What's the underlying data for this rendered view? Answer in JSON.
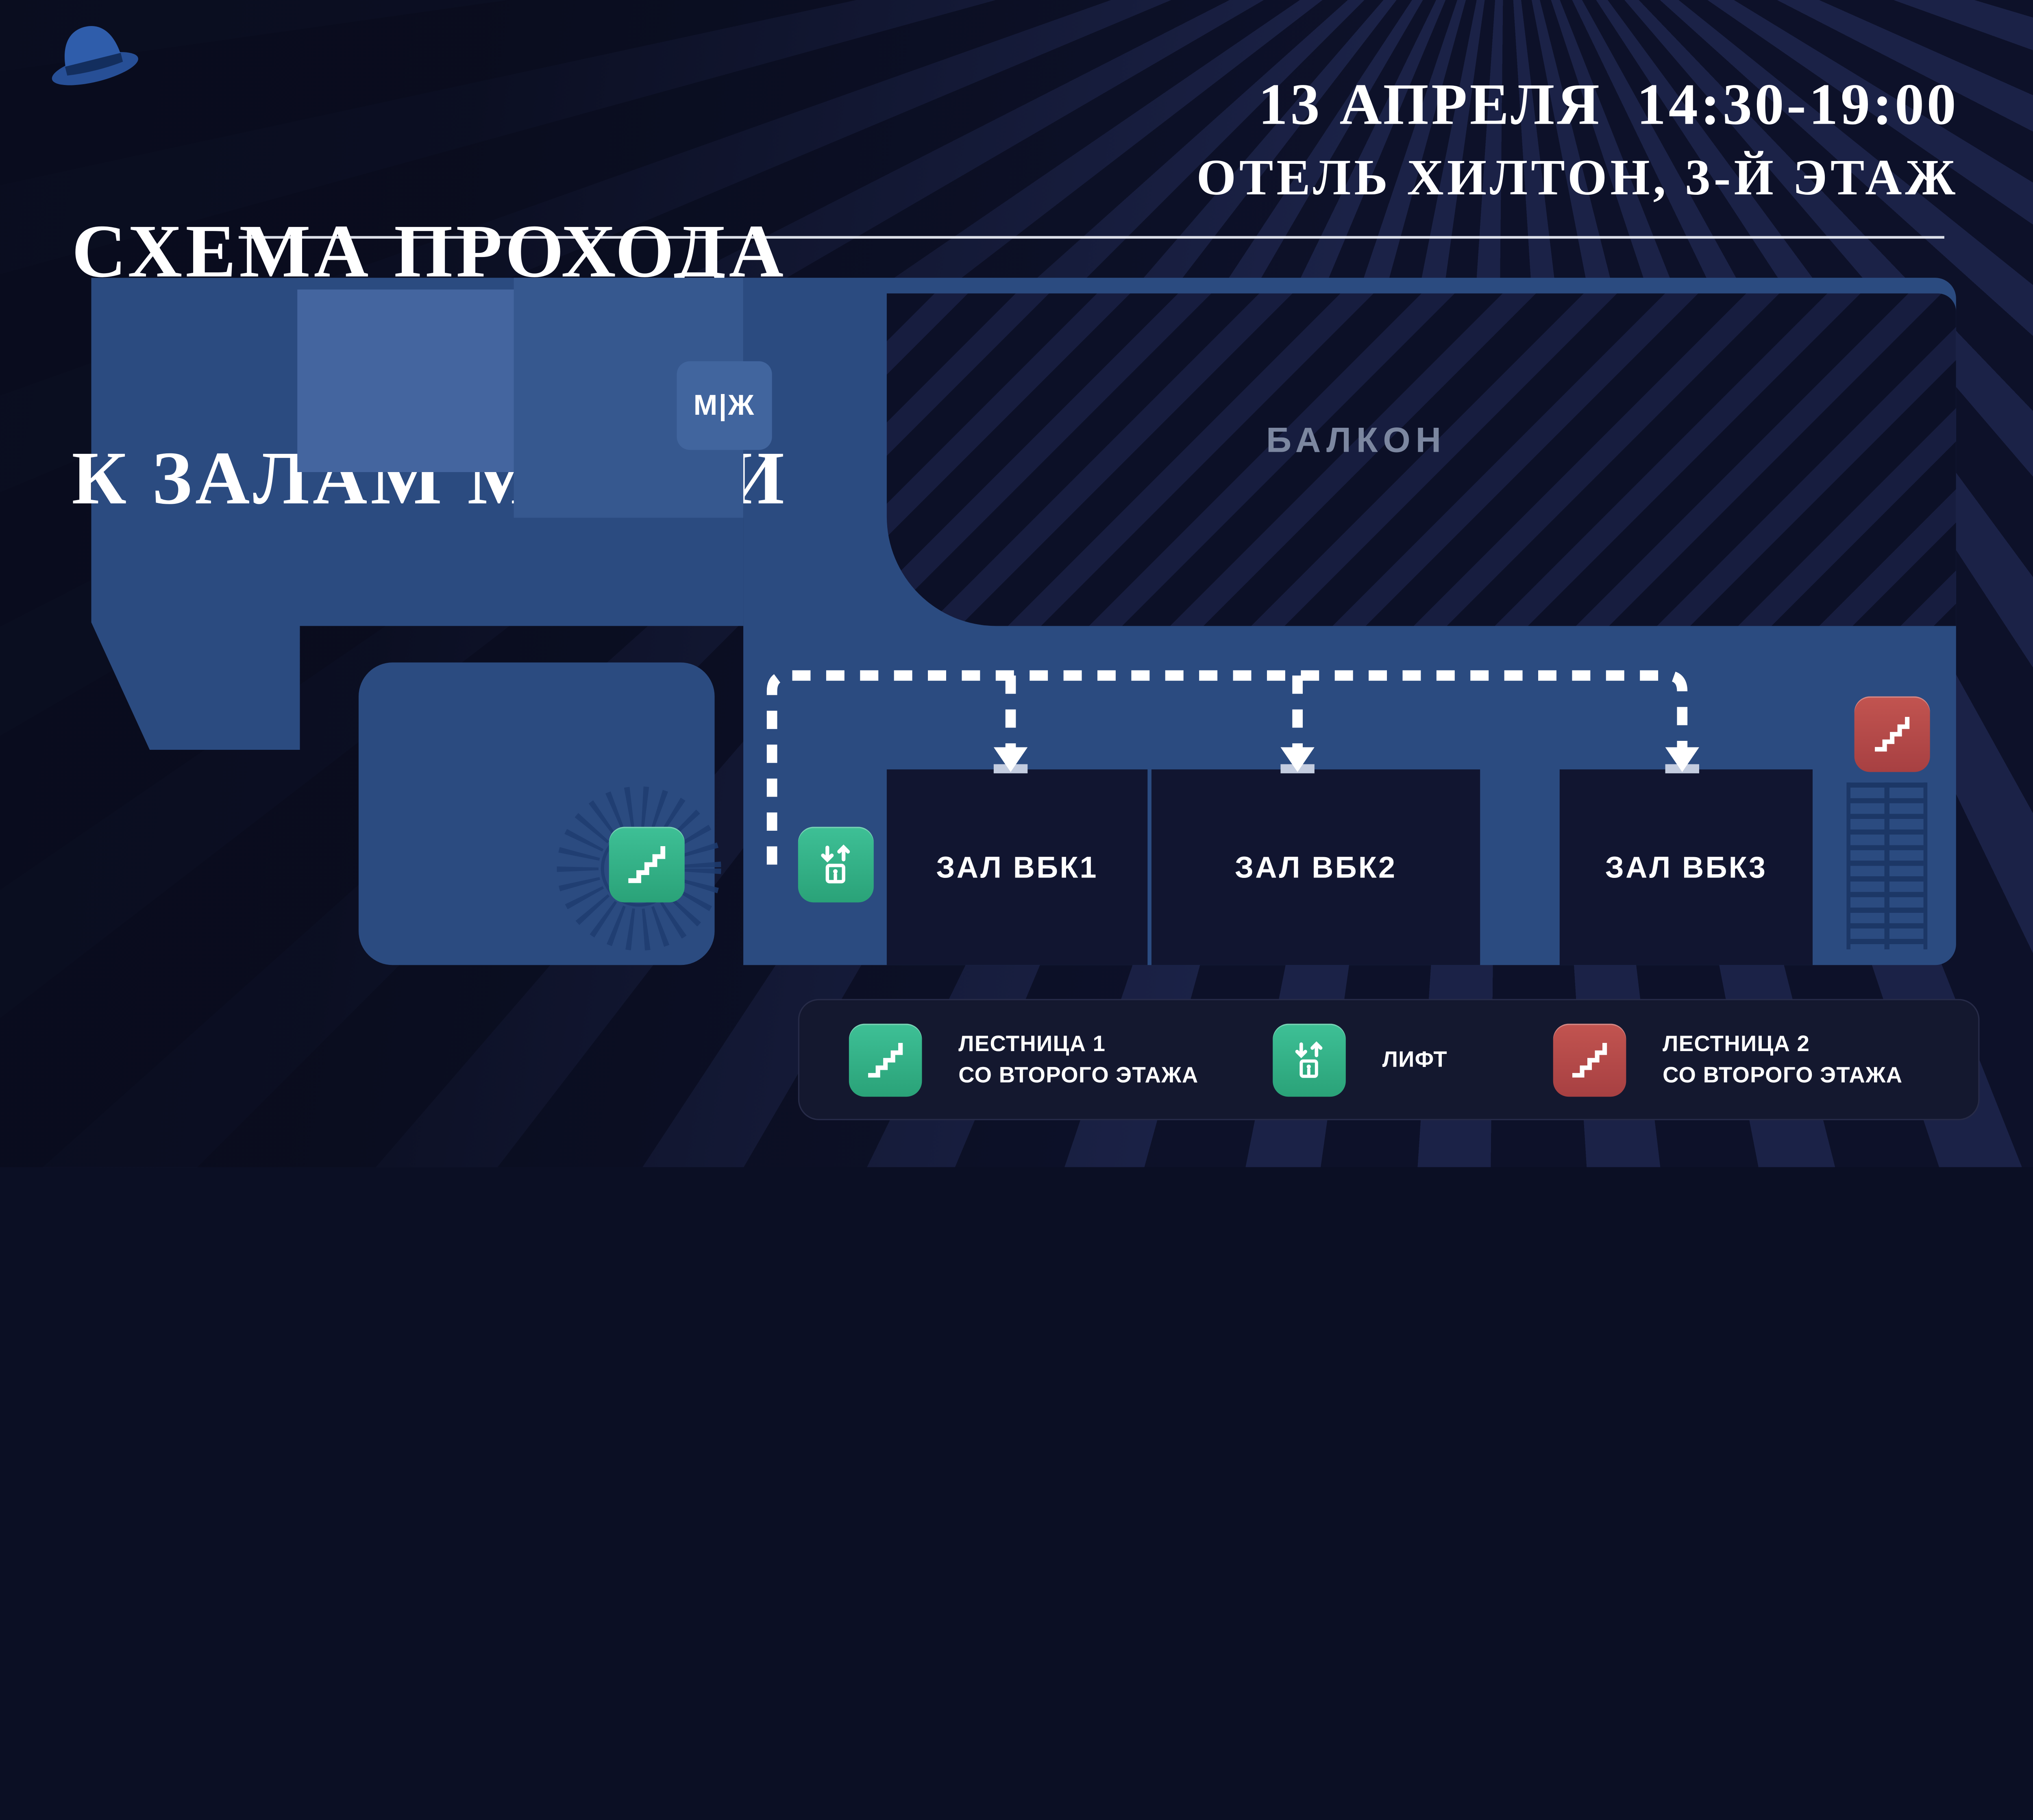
{
  "header": {
    "title_line1": "СХЕМА ПРОХОДА",
    "title_line2": "К ЗАЛАМ МАФИИ",
    "event_datetime": "13 АПРЕЛЯ  14:30-19:00",
    "event_location": "ОТЕЛЬ ХИЛТОН, 3-Й ЭТАЖ"
  },
  "plan": {
    "restroom_label": "М|Ж",
    "balcony_label": "БАЛКОН",
    "halls": [
      {
        "label": "ЗАЛ ВБК1"
      },
      {
        "label": "ЗАЛ ВБК2"
      },
      {
        "label": "ЗАЛ ВБК3"
      }
    ],
    "icons": {
      "stairs1": "green-stairs-icon",
      "elevator": "elevator-icon",
      "stairs2": "red-stairs-icon",
      "spiral_staircase": "spiral-staircase",
      "straight_staircase": "straight-staircase",
      "hat": "fedora-hat-icon"
    }
  },
  "legend": {
    "items": [
      {
        "icon": "green-stairs-icon",
        "line1": "ЛЕСТНИЦА 1",
        "line2": "СО ВТОРОГО ЭТАЖА"
      },
      {
        "icon": "elevator-icon",
        "line1": "ЛИФТ",
        "line2": ""
      },
      {
        "icon": "red-stairs-icon",
        "line1": "ЛЕСТНИЦА 2",
        "line2": "СО ВТОРОГО ЭТАЖА"
      }
    ]
  },
  "colors": {
    "background": "#0d1129",
    "ray_light": "#1b2247",
    "plan_blue": "#2b4b80",
    "plan_blue_light": "#44659f",
    "plan_blue_mid": "#36588f",
    "hall_dark": "#111530",
    "accent_green": "#35b48c",
    "accent_red": "#bb4d4c",
    "route_white": "#ffffff",
    "balcony_text": "#7c87a0"
  }
}
